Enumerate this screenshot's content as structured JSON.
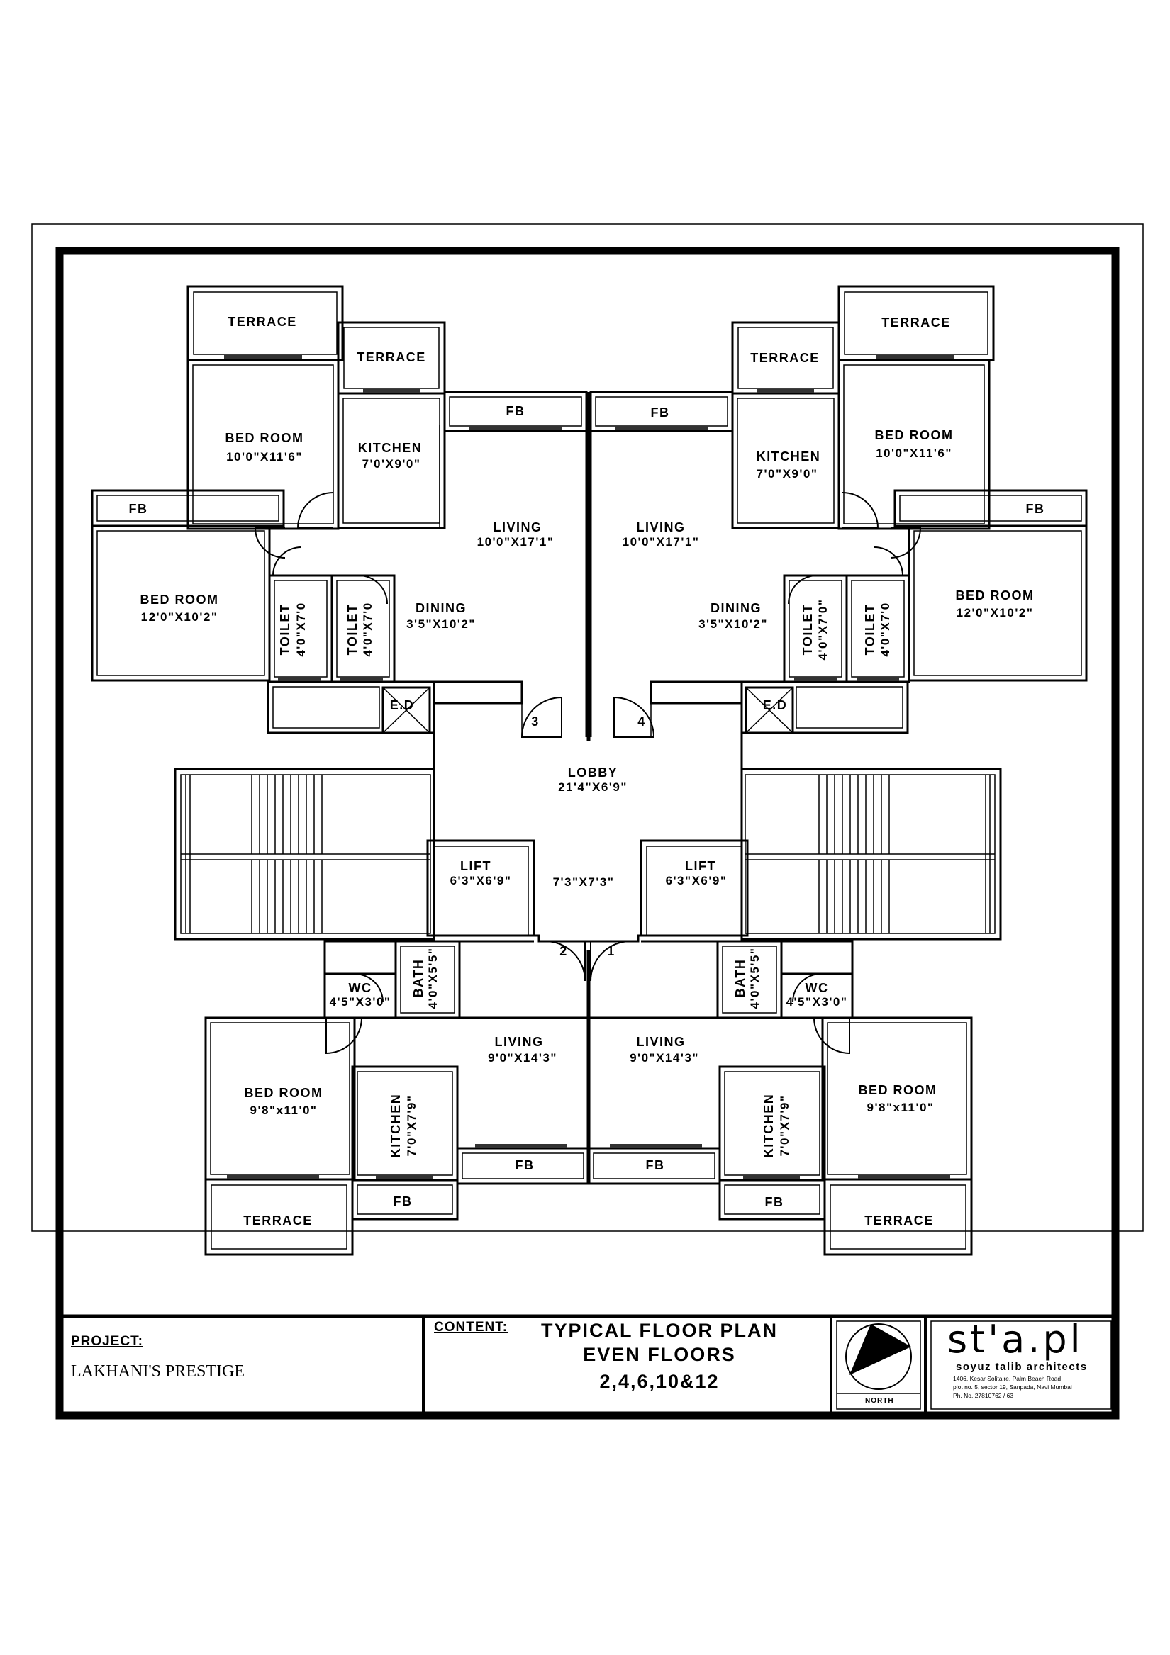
{
  "rooms": {
    "tl_terrace_outer": "TERRACE",
    "tl_terrace_inner": "TERRACE",
    "tl_fb_top": "FB",
    "tl_fb_side": "FB",
    "tl_bedroom_1": {
      "name": "BED ROOM",
      "size": "10'0\"X11'6\""
    },
    "tl_kitchen": {
      "name": "KITCHEN",
      "size": "7'0'X9'0\""
    },
    "tl_bedroom_2": {
      "name": "BED ROOM",
      "size": "12'0\"X10'2\""
    },
    "tl_toilet_1": {
      "name": "TOILET",
      "size": "4'0\"X7'0"
    },
    "tl_toilet_2": {
      "name": "TOILET",
      "size": "4'0\"X7'0"
    },
    "tl_dining": {
      "name": "DINING",
      "size": "3'5\"X10'2\""
    },
    "tl_living": {
      "name": "LIVING",
      "size": "10'0\"X17'1\""
    },
    "tl_ed": "E.D",
    "tr_terrace_outer": "TERRACE",
    "tr_terrace_inner": "TERRACE",
    "tr_fb_top": "FB",
    "tr_fb_side": "FB",
    "tr_bedroom_1": {
      "name": "BED ROOM",
      "size": "10'0\"X11'6\""
    },
    "tr_kitchen": {
      "name": "KITCHEN",
      "size": "7'0\"X9'0\""
    },
    "tr_bedroom_2": {
      "name": "BED ROOM",
      "size": "12'0\"X10'2\""
    },
    "tr_toilet_1": {
      "name": "TOILET",
      "size": "4'0\"X7'0\""
    },
    "tr_toilet_2": {
      "name": "TOILET",
      "size": "4'0\"X7'0"
    },
    "tr_dining": {
      "name": "DINING",
      "size": "3'5\"X10'2\""
    },
    "tr_living": {
      "name": "LIVING",
      "size": "10'0\"X17'1\""
    },
    "tr_ed": "E.D",
    "lobby": {
      "name": "LOBBY",
      "size": "21'4\"X6'9\""
    },
    "lift_left": {
      "name": "LIFT",
      "size": "6'3\"X6'9\""
    },
    "lift_right": {
      "name": "LIFT",
      "size": "6'3\"X6'9\""
    },
    "lobby_small": "7'3\"X7'3\"",
    "bl_wc": {
      "name": "WC",
      "size": "4'5\"X3'0\""
    },
    "bl_bath": {
      "name": "BATH",
      "size": "4'0\"X5'5\""
    },
    "bl_living": {
      "name": "LIVING",
      "size": "9'0\"X14'3\""
    },
    "bl_bedroom": {
      "name": "BED ROOM",
      "size": "9'8\"x11'0\""
    },
    "bl_kitchen": {
      "name": "KITCHEN",
      "size": "7'0\"X7'9\""
    },
    "bl_fb_1": "FB",
    "bl_fb_2": "FB",
    "bl_terrace": "TERRACE",
    "br_wc": {
      "name": "WC",
      "size": "4'5\"X3'0\""
    },
    "br_bath": {
      "name": "BATH",
      "size": "4'0\"X5'5\""
    },
    "br_living": {
      "name": "LIVING",
      "size": "9'0\"X14'3\""
    },
    "br_bedroom": {
      "name": "BED ROOM",
      "size": "9'8\"x11'0\""
    },
    "br_kitchen": {
      "name": "KITCHEN",
      "size": "7'0\"X7'9\""
    },
    "br_fb_1": "FB",
    "br_fb_2": "FB",
    "br_terrace": "TERRACE"
  },
  "flat_numbers": [
    "1",
    "2",
    "3",
    "4"
  ],
  "title_block": {
    "project_heading": "PROJECT:",
    "project_name": "LAKHANI'S PRESTIGE",
    "content_heading": "CONTENT:",
    "title_line_1": "TYPICAL FLOOR PLAN",
    "title_line_2": "EVEN FLOORS",
    "title_line_3": "2,4,6,10&12",
    "north_label": "NORTH",
    "firm_logo": "st'a.pl",
    "firm_name": "soyuz talib architects",
    "firm_address_1": "1406, Kesar Solitaire, Palm Beach Road",
    "firm_address_2": "plot no. 5, sector 19, Sanpada, Navi Mumbai",
    "firm_phone": "Ph. No. 27810762 / 63"
  },
  "colors": {
    "ink": "#000000",
    "paper": "#ffffff"
  }
}
